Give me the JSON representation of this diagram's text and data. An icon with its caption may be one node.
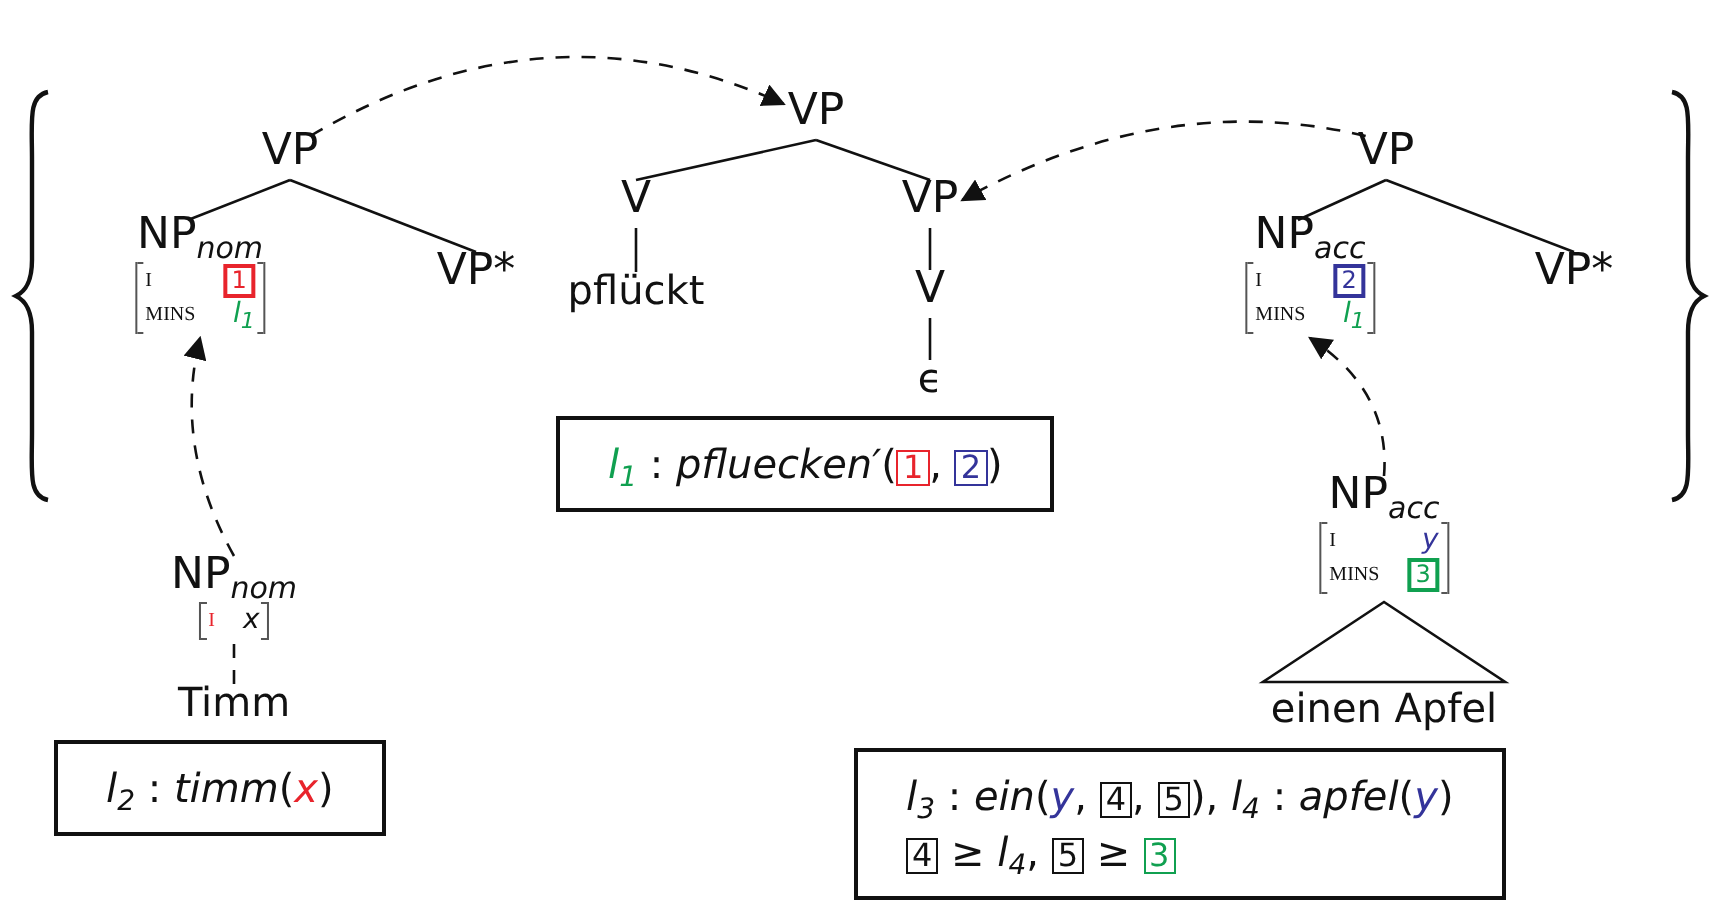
{
  "diagram": {
    "nodes": [
      {
        "text": [
          "VP"
        ]
      },
      {
        "text": [
          "NP$_{nom}$",
          "I",
          "1",
          "MINS",
          "l$_{1}$"
        ]
      },
      {
        "text": [
          "VP*"
        ]
      },
      {
        "text": [
          "VP"
        ]
      },
      {
        "text": [
          "V"
        ]
      },
      {
        "text": [
          "VP"
        ]
      },
      {
        "text": [
          "pflückt"
        ]
      },
      {
        "text": [
          "V"
        ]
      },
      {
        "text": [
          "ϵ"
        ]
      },
      {
        "text": [
          "*l*$_{1}$ : *pfluecken′*(1, 2)"
        ]
      },
      {
        "text": [
          "NP$_{nom}$",
          "I",
          "x"
        ]
      },
      {
        "text": [
          "Timm"
        ]
      },
      {
        "text": [
          "*l*$_{2}$ : *timm*(*x*)"
        ]
      },
      {
        "text": [
          "VP"
        ]
      },
      {
        "text": [
          "NP$_{acc}$",
          "I",
          "2",
          "MINS",
          "l$_{1}$"
        ]
      },
      {
        "text": [
          "VP*"
        ]
      },
      {
        "text": [
          "NP$_{acc}$",
          "I",
          "y",
          "MINS",
          "3"
        ]
      },
      {
        "text": [
          "einen Apfel"
        ]
      },
      {
        "text": [
          "*l*$_{3}$ : *ein*(*y*, 4, 5), *l*$_{4}$ : *apfel*(*y*)",
          "4 ≥ *l*$_{4}$, 5 ≥ 3"
        ]
      }
    ],
    "edges": [
      {
        "from": 0,
        "to": 1,
        "arrow": "none"
      },
      {
        "from": 0,
        "to": 2,
        "arrow": "none"
      },
      {
        "from": 0,
        "to": 3,
        "arrow": "to",
        "style": "dashed"
      },
      {
        "from": 3,
        "to": 4,
        "arrow": "none"
      },
      {
        "from": 3,
        "to": 5,
        "arrow": "none"
      },
      {
        "from": 4,
        "to": 6,
        "arrow": "none"
      },
      {
        "from": 5,
        "to": 7,
        "arrow": "none"
      },
      {
        "from": 7,
        "to": 8,
        "arrow": "none"
      },
      {
        "from": 13,
        "to": 5,
        "arrow": "to",
        "style": "dashed"
      },
      {
        "from": 13,
        "to": 14,
        "arrow": "none"
      },
      {
        "from": 13,
        "to": 15,
        "arrow": "none"
      },
      {
        "from": 10,
        "to": 1,
        "arrow": "to",
        "style": "dashed"
      },
      {
        "from": 10,
        "to": 11,
        "arrow": "none",
        "style": "dashed"
      },
      {
        "from": 16,
        "to": 14,
        "arrow": "to",
        "style": "dashed"
      },
      {
        "from": 16,
        "to": 17,
        "arrow": "none"
      }
    ]
  }
}
